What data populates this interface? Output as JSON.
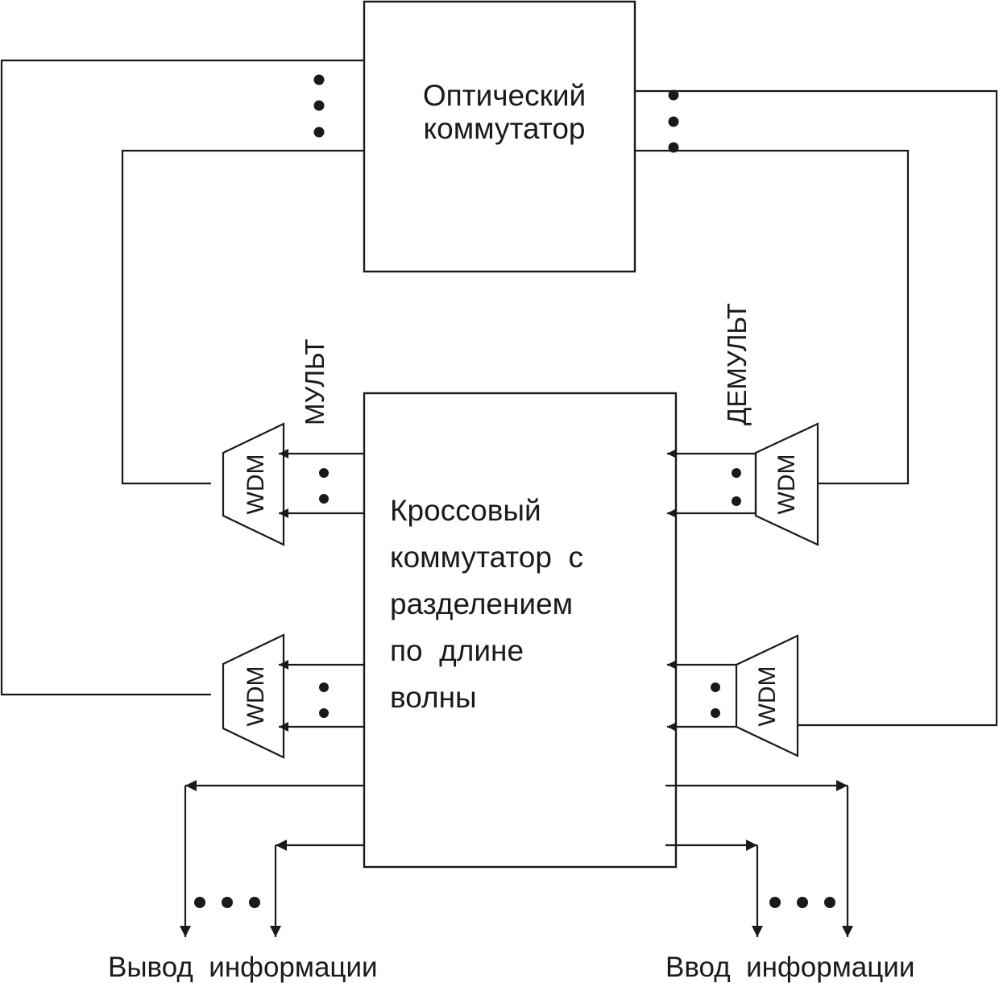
{
  "optical_switch": {
    "line1": "Оптический",
    "line2": "коммутатор"
  },
  "cross_switch": {
    "line1": "Кроссовый",
    "line2": "коммутатор  с",
    "line3": "разделением",
    "line4": "по  длине",
    "line5": "волны"
  },
  "labels": {
    "mux": "МУЛЬТ",
    "demux": "ДЕМУЛЬТ",
    "wdm": "WDM",
    "output": "Вывод  информации",
    "input": "Ввод  информации"
  }
}
